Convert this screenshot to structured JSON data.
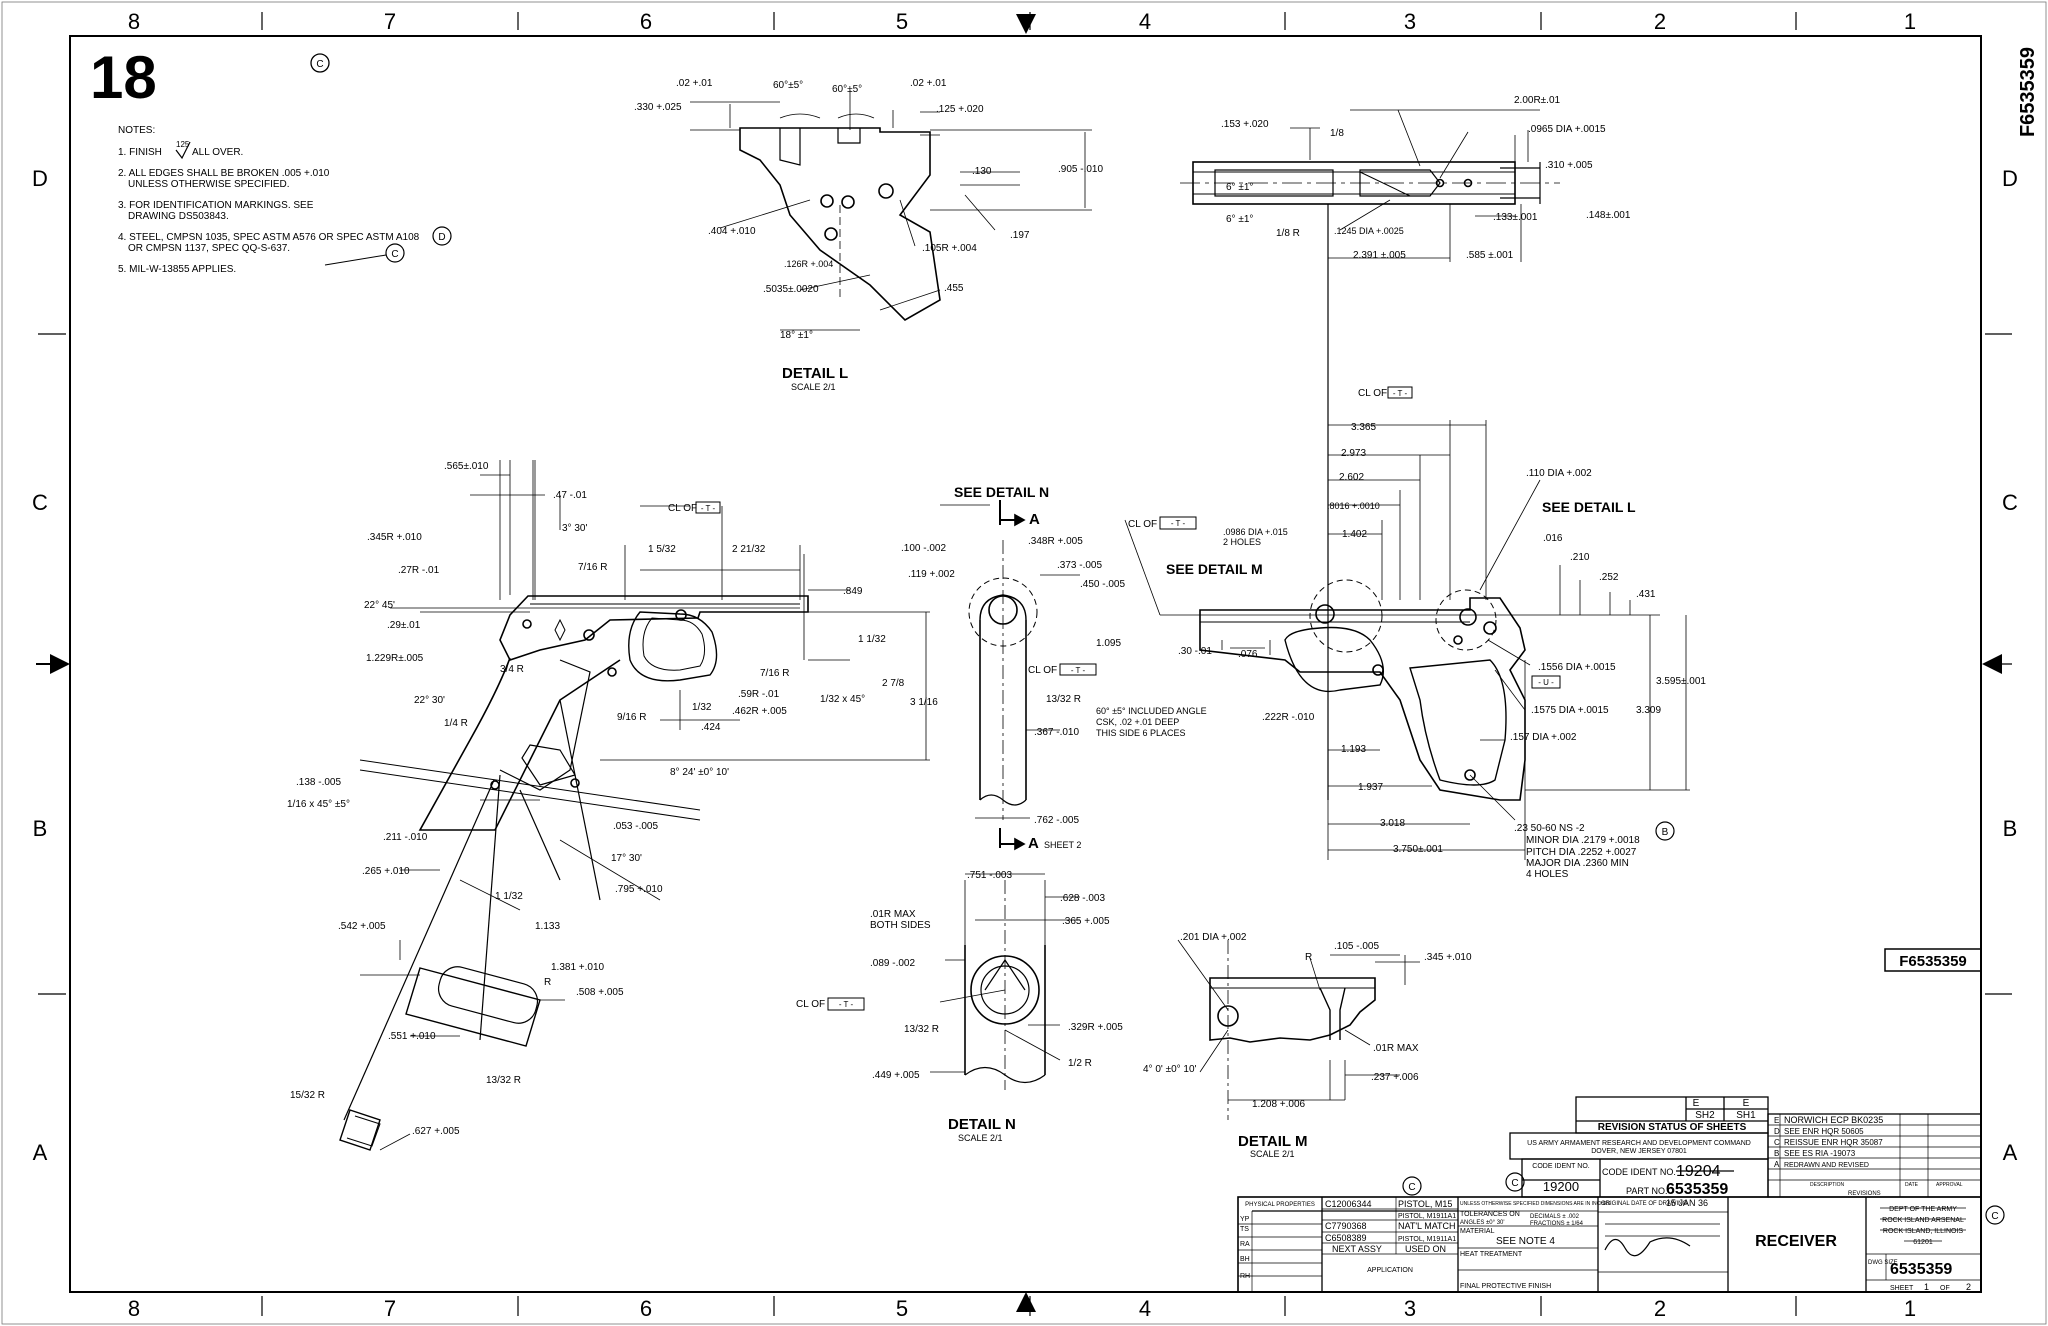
{
  "sheet": {
    "zones_top": [
      "8",
      "7",
      "6",
      "5",
      "4",
      "3",
      "2",
      "1"
    ],
    "zones_side": [
      "D",
      "C",
      "B",
      "A"
    ],
    "page_number": "18",
    "drawing_id_vertical": "F6535359",
    "drawing_id_stamp": "F6535359"
  },
  "notes": {
    "title": "NOTES:",
    "items": [
      "1. FINISH",
      "ALL OVER.",
      "2. ALL EDGES SHALL BE BROKEN .005 +.010",
      "UNLESS OTHERWISE SPECIFIED.",
      "3. FOR IDENTIFICATION MARKINGS. SEE",
      "DRAWING DS503843.",
      "4. STEEL, CMPSN 1035, SPEC ASTM A576 OR SPEC ASTM A108",
      "OR CMPSN 1137, SPEC QQ-S-637.",
      "5. MIL-W-13855 APPLIES."
    ],
    "finish_value": "125"
  },
  "revision_letters": {
    "c": "C",
    "d": "D",
    "b": "B"
  },
  "views": {
    "detail_l": {
      "title": "DETAIL L",
      "scale": "SCALE 2/1"
    },
    "detail_n": {
      "title": "DETAIL N",
      "scale": "SCALE 2/1"
    },
    "detail_m": {
      "title": "DETAIL M",
      "scale": "SCALE 2/1"
    },
    "see_detail_n": "SEE DETAIL N",
    "see_detail_m": "SEE DETAIL M",
    "see_detail_l": "SEE DETAIL L",
    "section_a": "A",
    "sheet_2": "SHEET 2"
  },
  "dims": {
    "dl": [
      ".02 +.01",
      "60°±5°",
      "60°±5°",
      ".02 +.01",
      ".330 +.025",
      ".125 +.020",
      ".905 -.010",
      ".130",
      ".404 +.010",
      ".126R +.004",
      ".105R +.004",
      ".197",
      ".5035±.0020",
      ".455",
      "18° ±1°"
    ],
    "top": [
      ".153 +.020",
      "6° ±1°",
      "1/8",
      "2.00R±.01",
      ".0965 DIA +.0015",
      ".310 +.005",
      "6° ±1°",
      ".1245 DIA +.0025",
      ".133±.001",
      ".148±.001",
      "1/8 R",
      "2.391 ±.005",
      ".585 ±.001"
    ],
    "left": [
      ".565±.010",
      ".47 -.01",
      ".345R +.010",
      "3° 30'",
      ".27R -.01",
      "7/16 R",
      "1 5/32",
      "2 21/32",
      "22° 45'",
      ".849",
      ".29±.01",
      "1 1/32",
      "1.229R±.005",
      "3/4 R",
      "7/16 R",
      "2 7/8",
      "3 1/16",
      ".59R -.01",
      "1/32 x 45°",
      "22° 30'",
      "9/16 R",
      ".462R +.005",
      "1/4 R",
      "1/32",
      ".424",
      ".138 -.005",
      "8° 24' ±0° 10'",
      "1/16 x 45° ±5°",
      ".053 -.005",
      ".211 -.010",
      "17° 30'",
      ".265 +.010",
      "1 1/32",
      ".795 +.010",
      ".542 +.005",
      "1.133",
      "1.381 +.010",
      "R",
      ".508 +.005",
      ".551 +.010",
      "13/32 R",
      "15/32 R",
      ".627 +.005"
    ],
    "sect": [
      ".100 -.002",
      ".348R +.005",
      ".119 +.002",
      ".373 -.005",
      ".450 -.005",
      "1.095",
      "13/32 R",
      ".367 -.010",
      ".762 -.005"
    ],
    "right": [
      "3.365",
      "2.973",
      "2.602",
      ".110 DIA +.002",
      ".8016 +.0010",
      "1.402",
      ".0986 DIA +.015",
      "2 HOLES",
      ".016",
      ".210",
      ".252",
      ".431",
      ".30 -.01",
      ".076",
      ".1556 DIA +.0015",
      "3.595±.001",
      ".222R -.010",
      ".1575 DIA +.0015",
      "3.309",
      "60° ±5° INCLUDED ANGLE",
      "CSK, .02 +.01 DEEP",
      "THIS SIDE 6 PLACES",
      "1.193",
      ".157 DIA +.002",
      "1.937",
      "3.018",
      "3.750±.001",
      ".23 50-60 NS -2",
      "MINOR DIA .2179 +.0018",
      "PITCH DIA .2252 +.0027",
      "MAJOR DIA .2360 MIN",
      "4 HOLES"
    ],
    "dn": [
      ".751 -.003",
      ".628 -.003",
      ".01R MAX",
      "BOTH SIDES",
      ".365 +.005",
      ".089 -.002",
      "13/32 R",
      ".329R +.005",
      ".449 +.005",
      "1/2 R"
    ],
    "dm": [
      ".201 DIA +.002",
      ".105 -.005",
      ".345 +.010",
      "R",
      ".01R MAX",
      "4° 0' ±0° 10'",
      ".237 +.006",
      "1.208 +.006"
    ],
    "cl_of": "CL OF",
    "datum_t": "- T -",
    "datum_u": "- U -"
  },
  "title_block": {
    "rev_status": {
      "headers": [
        "E",
        "E"
      ],
      "sheets": [
        "SH2",
        "SH1"
      ],
      "label": "REVISION STATUS OF SHEETS"
    },
    "agency": [
      "US ARMY ARMAMENT RESEARCH AND DEVELOPMENT COMMAND",
      "DOVER, NEW JERSEY 07801"
    ],
    "code_ident_label": "CODE IDENT NO.",
    "code_ident_old": "19204",
    "code_ident_box": "19200",
    "part_no_label": "PART NO.",
    "part_no": "6535359",
    "physical_properties": "PHYSICAL PROPERTIES",
    "lh_rows": [
      "YP",
      "TS",
      "RA",
      "BH",
      "RH"
    ],
    "app_rows": [
      [
        "C12006344",
        "PISTOL, M15"
      ],
      [
        "",
        "PISTOL, M1911A1"
      ],
      [
        "C7790368",
        "NAT'L MATCH"
      ],
      [
        "C6508389",
        "PISTOL, M1911A1"
      ],
      [
        "NEXT ASSY",
        "USED ON"
      ]
    ],
    "application": "APPLICATION",
    "tol_head": "UNLESS OTHERWISE SPECIFIED DIMENSIONS ARE IN INCHES",
    "tolerances": [
      "TOLERANCES ON",
      "DECIMALS ± .002",
      "ANGLES ±0° 30'",
      "FRACTIONS ± 1/64"
    ],
    "material_label": "MATERIAL",
    "material": "SEE NOTE 4",
    "heat_treatment": "HEAT TREATMENT",
    "final_finish": "FINAL PROTECTIVE FINISH",
    "orig_date_label": "ORIGINAL DATE OF DRAWING",
    "orig_date": "15 JAN 36",
    "title": "RECEIVER",
    "dept": [
      "DEPT OF THE ARMY",
      "ROCK ISLAND ARSENAL",
      "ROCK ISLAND, ILLINOIS",
      "61201"
    ],
    "dwg_size": "DWG SIZE",
    "dwg_no": "6535359",
    "sheet_label": "SHEET",
    "sheet_of": "1",
    "of_label": "OF",
    "sheet_total": "2",
    "revisions_label": "REVISIONS",
    "rev_rows": [
      "NORWICH ECP BK0235",
      "SEE ENR HQR 50605",
      "REISSUE ENR HQR 35087",
      "SEE ES RIA -19073",
      "REDRAWN AND REVISED"
    ],
    "rev_letters": [
      "E",
      "D",
      "C",
      "B",
      "A"
    ],
    "rev_cols": [
      "DESCRIPTION",
      "DATE",
      "APPROVAL"
    ]
  }
}
